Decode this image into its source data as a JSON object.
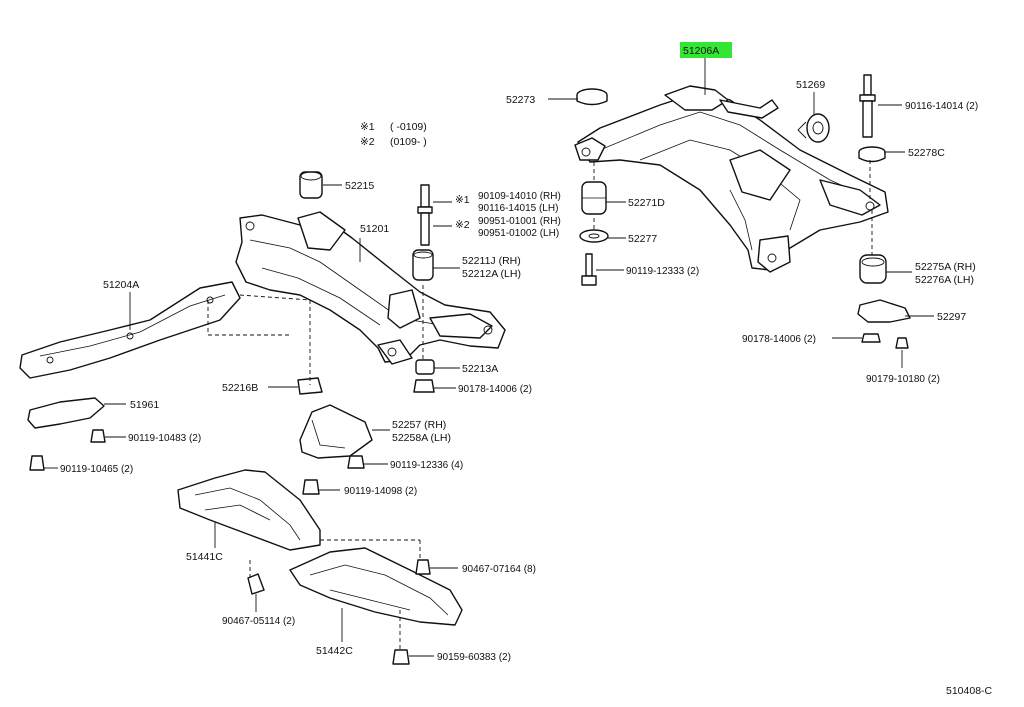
{
  "highlight_color": "#33e633",
  "diagram_code": "510408-C",
  "legend": [
    {
      "mark": "※1",
      "range": "(      -0109)"
    },
    {
      "mark": "※2",
      "range": "(0109-      )"
    }
  ],
  "labels": {
    "p51206A": "51206A",
    "p52273": "52273",
    "p51269": "51269",
    "p90116_14014": "90116-14014 (2)",
    "p52278C": "52278C",
    "p52271D": "52271D",
    "p52277": "52277",
    "p90119_12333": "90119-12333 (2)",
    "p52275A": "52275A (RH)",
    "p52276A": "52276A (LH)",
    "p52297": "52297",
    "p90178_14006r": "90178-14006 (2)",
    "p90179_10180": "90179-10180 (2)",
    "p52215": "52215",
    "p51201": "51201",
    "p90109_14010": "90109-14010 (RH)",
    "p90116_14015": "90116-14015 (LH)",
    "mark1": "※1",
    "p90951_01001": "90951-01001 (RH)",
    "p90951_01002": "90951-01002 (LH)",
    "mark2": "※2",
    "p52211J": "52211J (RH)",
    "p52212A": "52212A (LH)",
    "p51204A": "51204A",
    "p52213A": "52213A",
    "p90178_14006l": "90178-14006 (2)",
    "p52216B": "52216B",
    "p51961": "51961",
    "p90119_10483": "90119-10483 (2)",
    "p52257": "52257   (RH)",
    "p52258A": "52258A (LH)",
    "p90119_12336": "90119-12336 (4)",
    "p90119_10465": "90119-10465 (2)",
    "p90119_14098": "90119-14098 (2)",
    "p51441C": "51441C",
    "p90467_07164": "90467-07164 (8)",
    "p90467_05114": "90467-05114 (2)",
    "p51442C": "51442C",
    "p90159_60383": "90159-60383 (2)"
  }
}
